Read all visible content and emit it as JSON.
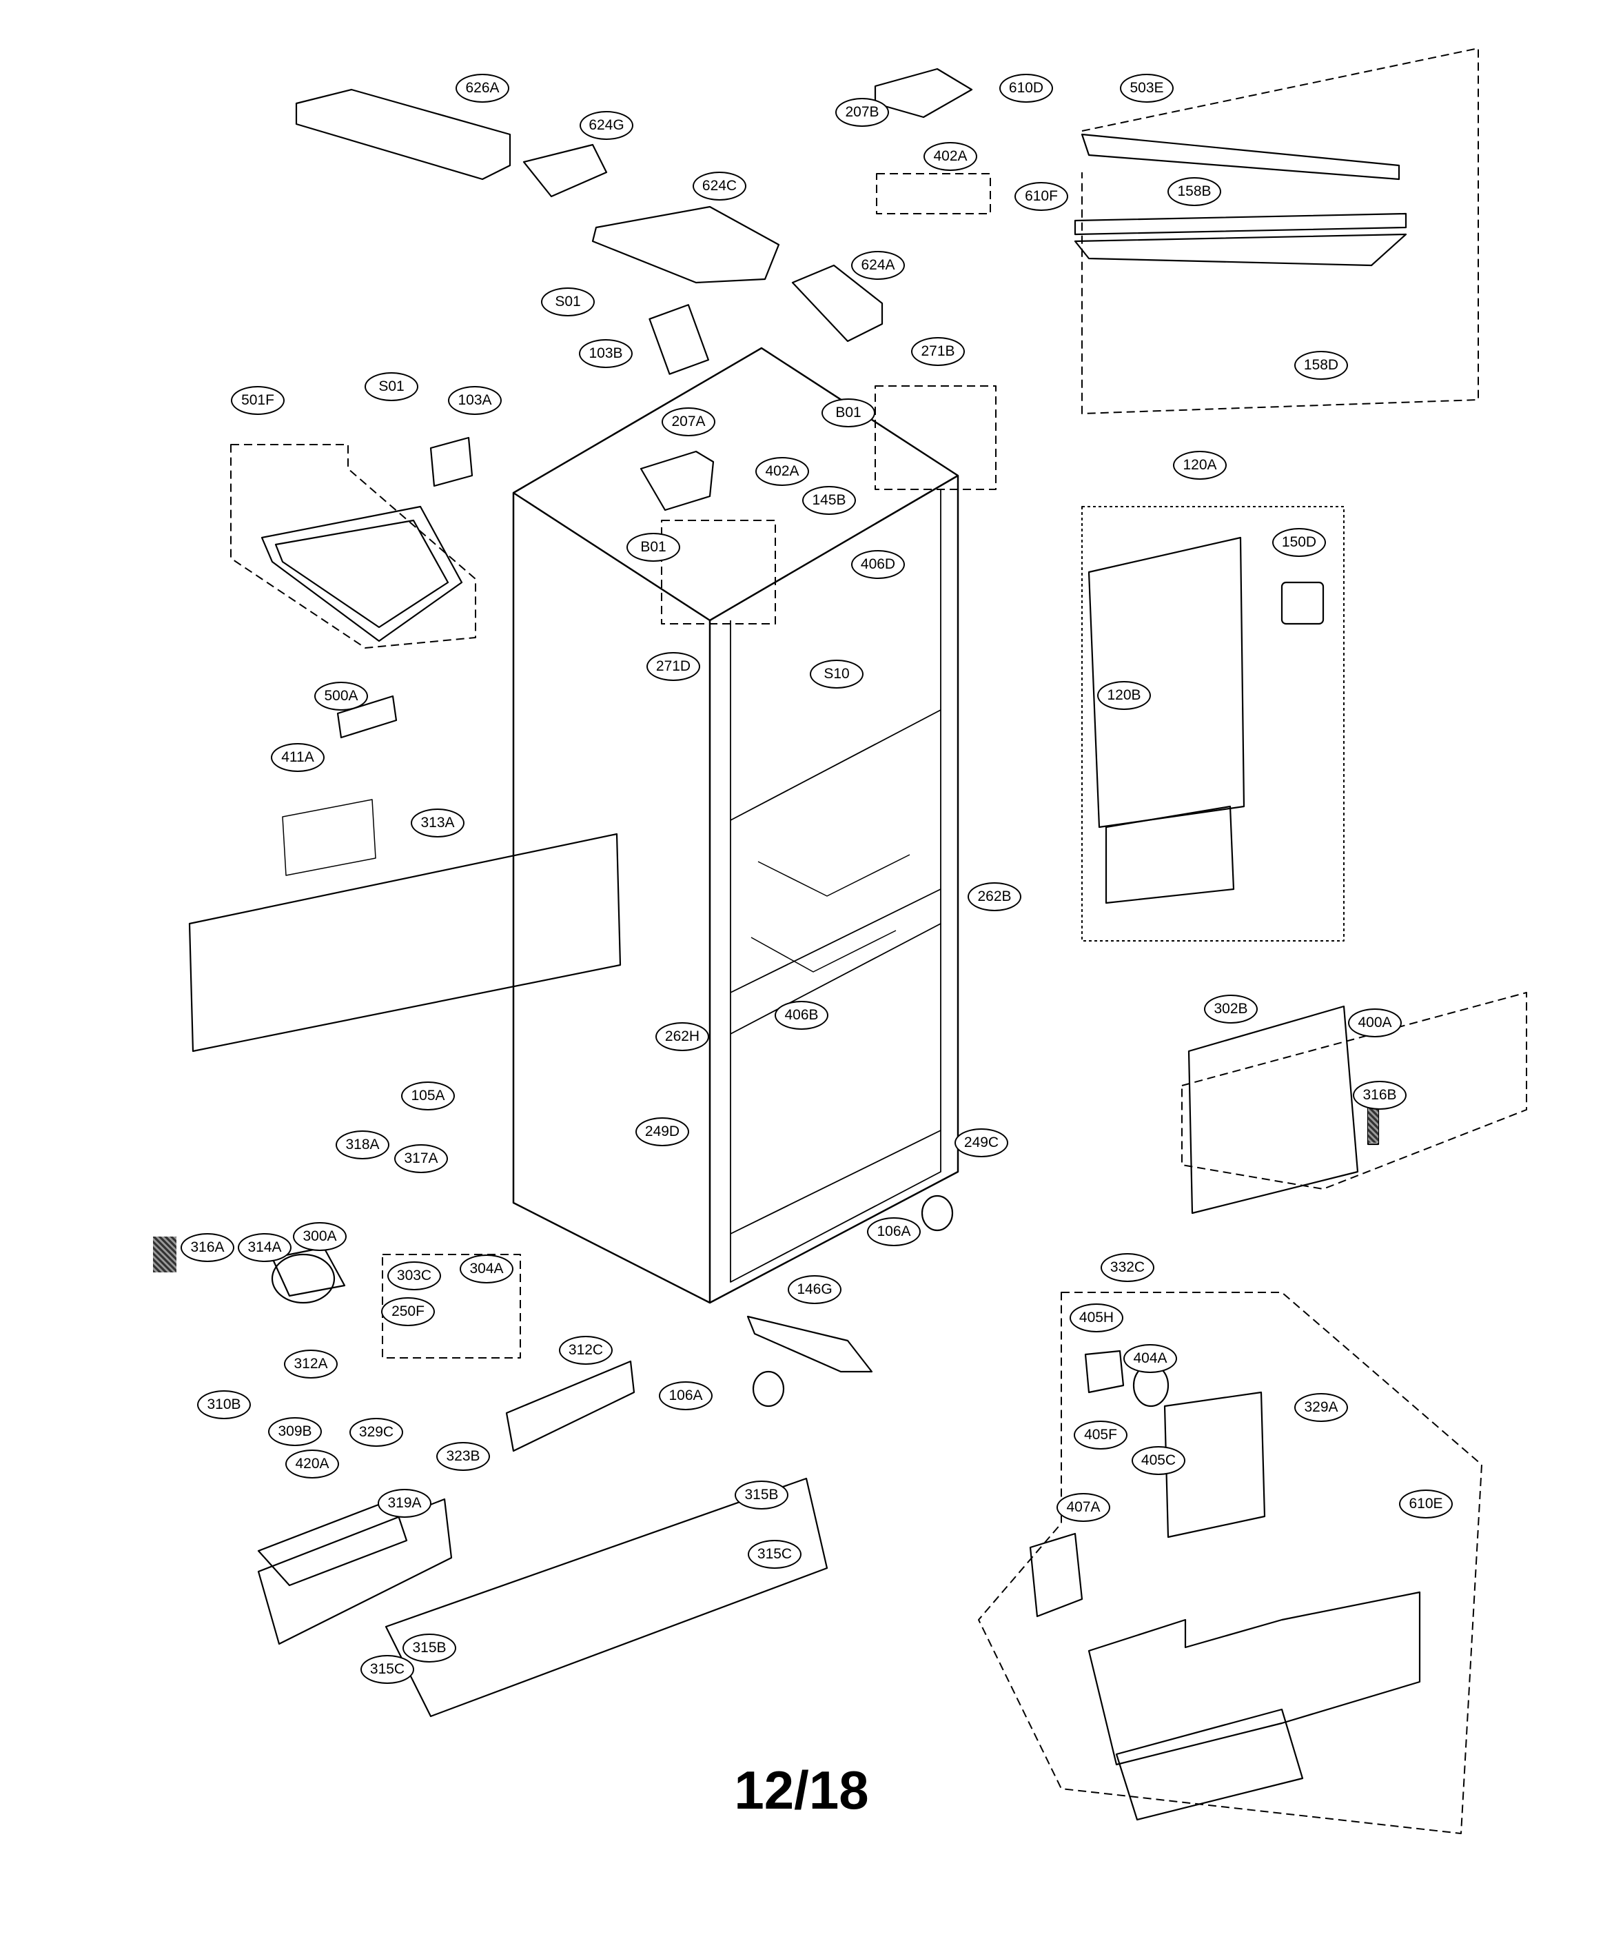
{
  "page": {
    "page_number": "12/18",
    "colors": {
      "ink": "#000000",
      "paper": "#ffffff"
    }
  },
  "callouts": [
    "626A",
    "624G",
    "624C",
    "624A",
    "S01",
    "103B",
    "207B",
    "610D",
    "402A",
    "610F",
    "503E",
    "158B",
    "158D",
    "501F",
    "S01",
    "103A",
    "207A",
    "402A",
    "B01",
    "271D",
    "145B",
    "406D",
    "S10",
    "271B",
    "B01",
    "120A",
    "150D",
    "120B",
    "500A",
    "411A",
    "313A",
    "262B",
    "406B",
    "262H",
    "249D",
    "249C",
    "302B",
    "400A",
    "316B",
    "105A",
    "318A",
    "317A",
    "316A",
    "314A",
    "300A",
    "312A",
    "310B",
    "303C",
    "304A",
    "250F",
    "106A",
    "146G",
    "312C",
    "106A",
    "309B",
    "329C",
    "420A",
    "323B",
    "319A",
    "315B",
    "315C",
    "315B",
    "315C",
    "332C",
    "405H",
    "404A",
    "405F",
    "405C",
    "329A",
    "407A",
    "610E"
  ]
}
